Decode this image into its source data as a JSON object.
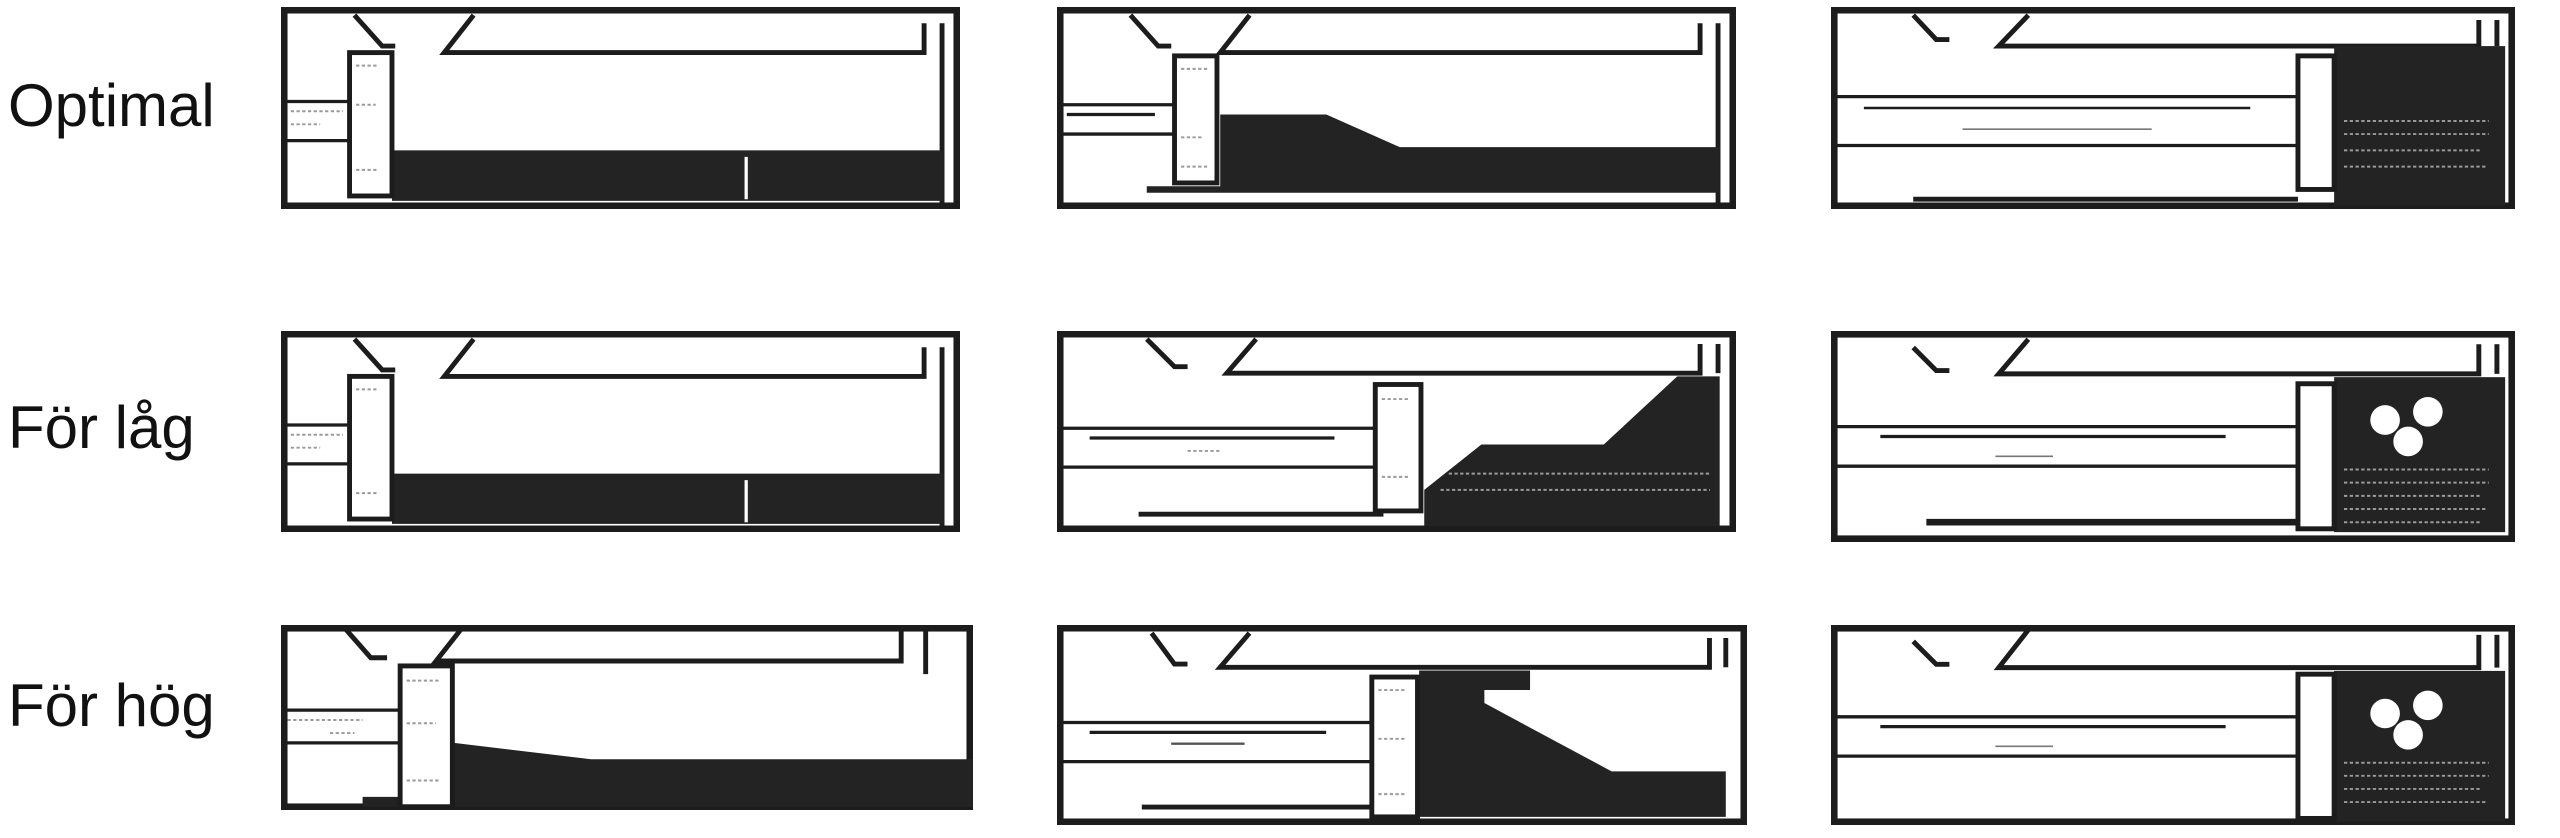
{
  "rows": [
    {
      "label": "Optimal"
    },
    {
      "label": "För låg"
    },
    {
      "label": "För hög"
    }
  ],
  "colors": {
    "ink": "#1c1c1c",
    "background": "#ffffff"
  }
}
